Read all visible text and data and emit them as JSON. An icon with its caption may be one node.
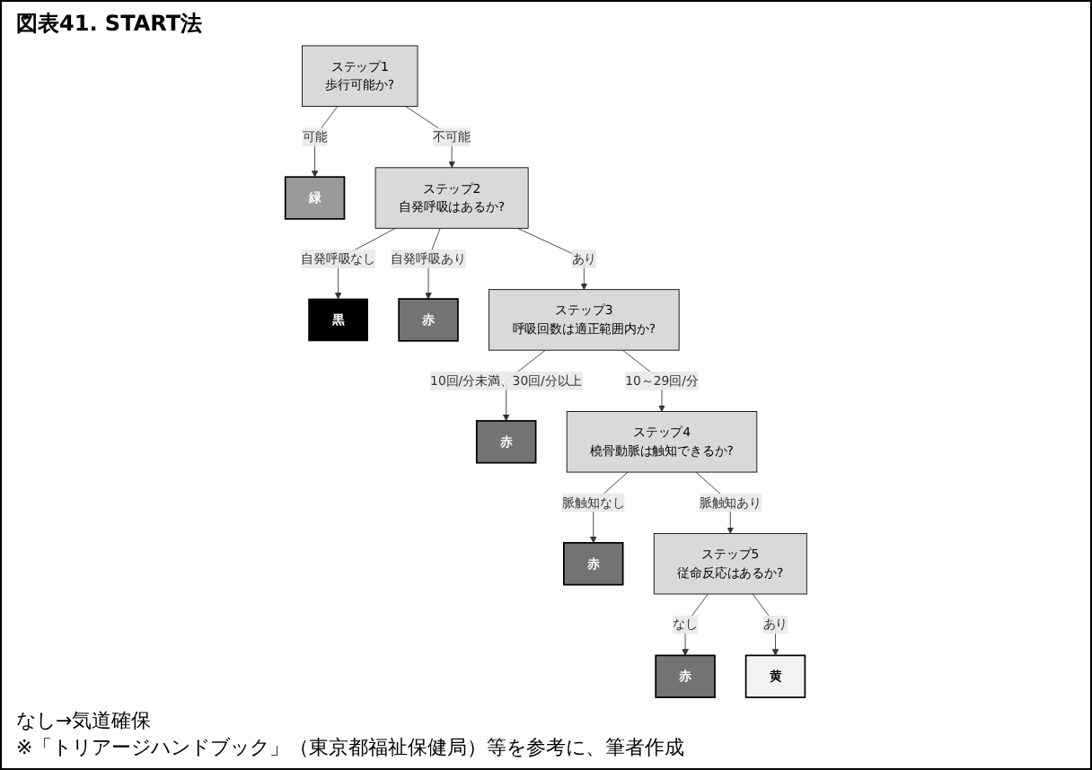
{
  "diagram": {
    "title": "図表41. START法",
    "caption": "※「トリアージハンドブック」（東京都福祉保健局）等を参考に、筆者作成",
    "nodes": [
      {
        "text": [
          "ステップ1",
          "歩行可能か?"
        ]
      },
      {
        "text": [
          "緑"
        ]
      },
      {
        "text": [
          "ステップ2",
          "自発呼吸はあるか?"
        ]
      },
      {
        "text": [
          "黒"
        ]
      },
      {
        "text": [
          "赤"
        ]
      },
      {
        "text": [
          "ステップ3",
          "呼吸回数は適正範囲内か?"
        ]
      },
      {
        "text": [
          "赤"
        ]
      },
      {
        "text": [
          "ステップ4",
          "橈骨動脈は触知できるか?"
        ]
      },
      {
        "text": [
          "赤"
        ]
      },
      {
        "text": [
          "ステップ5",
          "従命反応はあるか?"
        ]
      },
      {
        "text": [
          "赤"
        ]
      },
      {
        "text": [
          "黄"
        ]
      }
    ],
    "edges": [
      {
        "from": 0,
        "to": 1,
        "arrow": "to",
        "label": "可能"
      },
      {
        "from": 0,
        "to": 2,
        "arrow": "to",
        "label": "不可能"
      },
      {
        "from": 2,
        "to": 3,
        "arrow": "to",
        "label": "自発呼吸なし"
      },
      {
        "from": 2,
        "to": 4,
        "arrow": "to",
        "label": "自発呼吸あり"
      },
      {
        "from": 2,
        "to": 5,
        "arrow": "to",
        "label": "あり"
      },
      {
        "from": 5,
        "to": 6,
        "arrow": "to",
        "label": "10回/分未満、30回/分以上"
      },
      {
        "from": 5,
        "to": 7,
        "arrow": "to",
        "label": "10～29回/分"
      },
      {
        "from": 7,
        "to": 8,
        "arrow": "to",
        "label": "脈触知なし"
      },
      {
        "from": 7,
        "to": 9,
        "arrow": "to",
        "label": "脈触知あり"
      },
      {
        "from": 9,
        "to": 10,
        "arrow": "to",
        "label": "なし"
      },
      {
        "from": 9,
        "to": 11,
        "arrow": "to",
        "label": "あり"
      }
    ],
    "labels": [
      "なし→気道確保"
    ]
  }
}
